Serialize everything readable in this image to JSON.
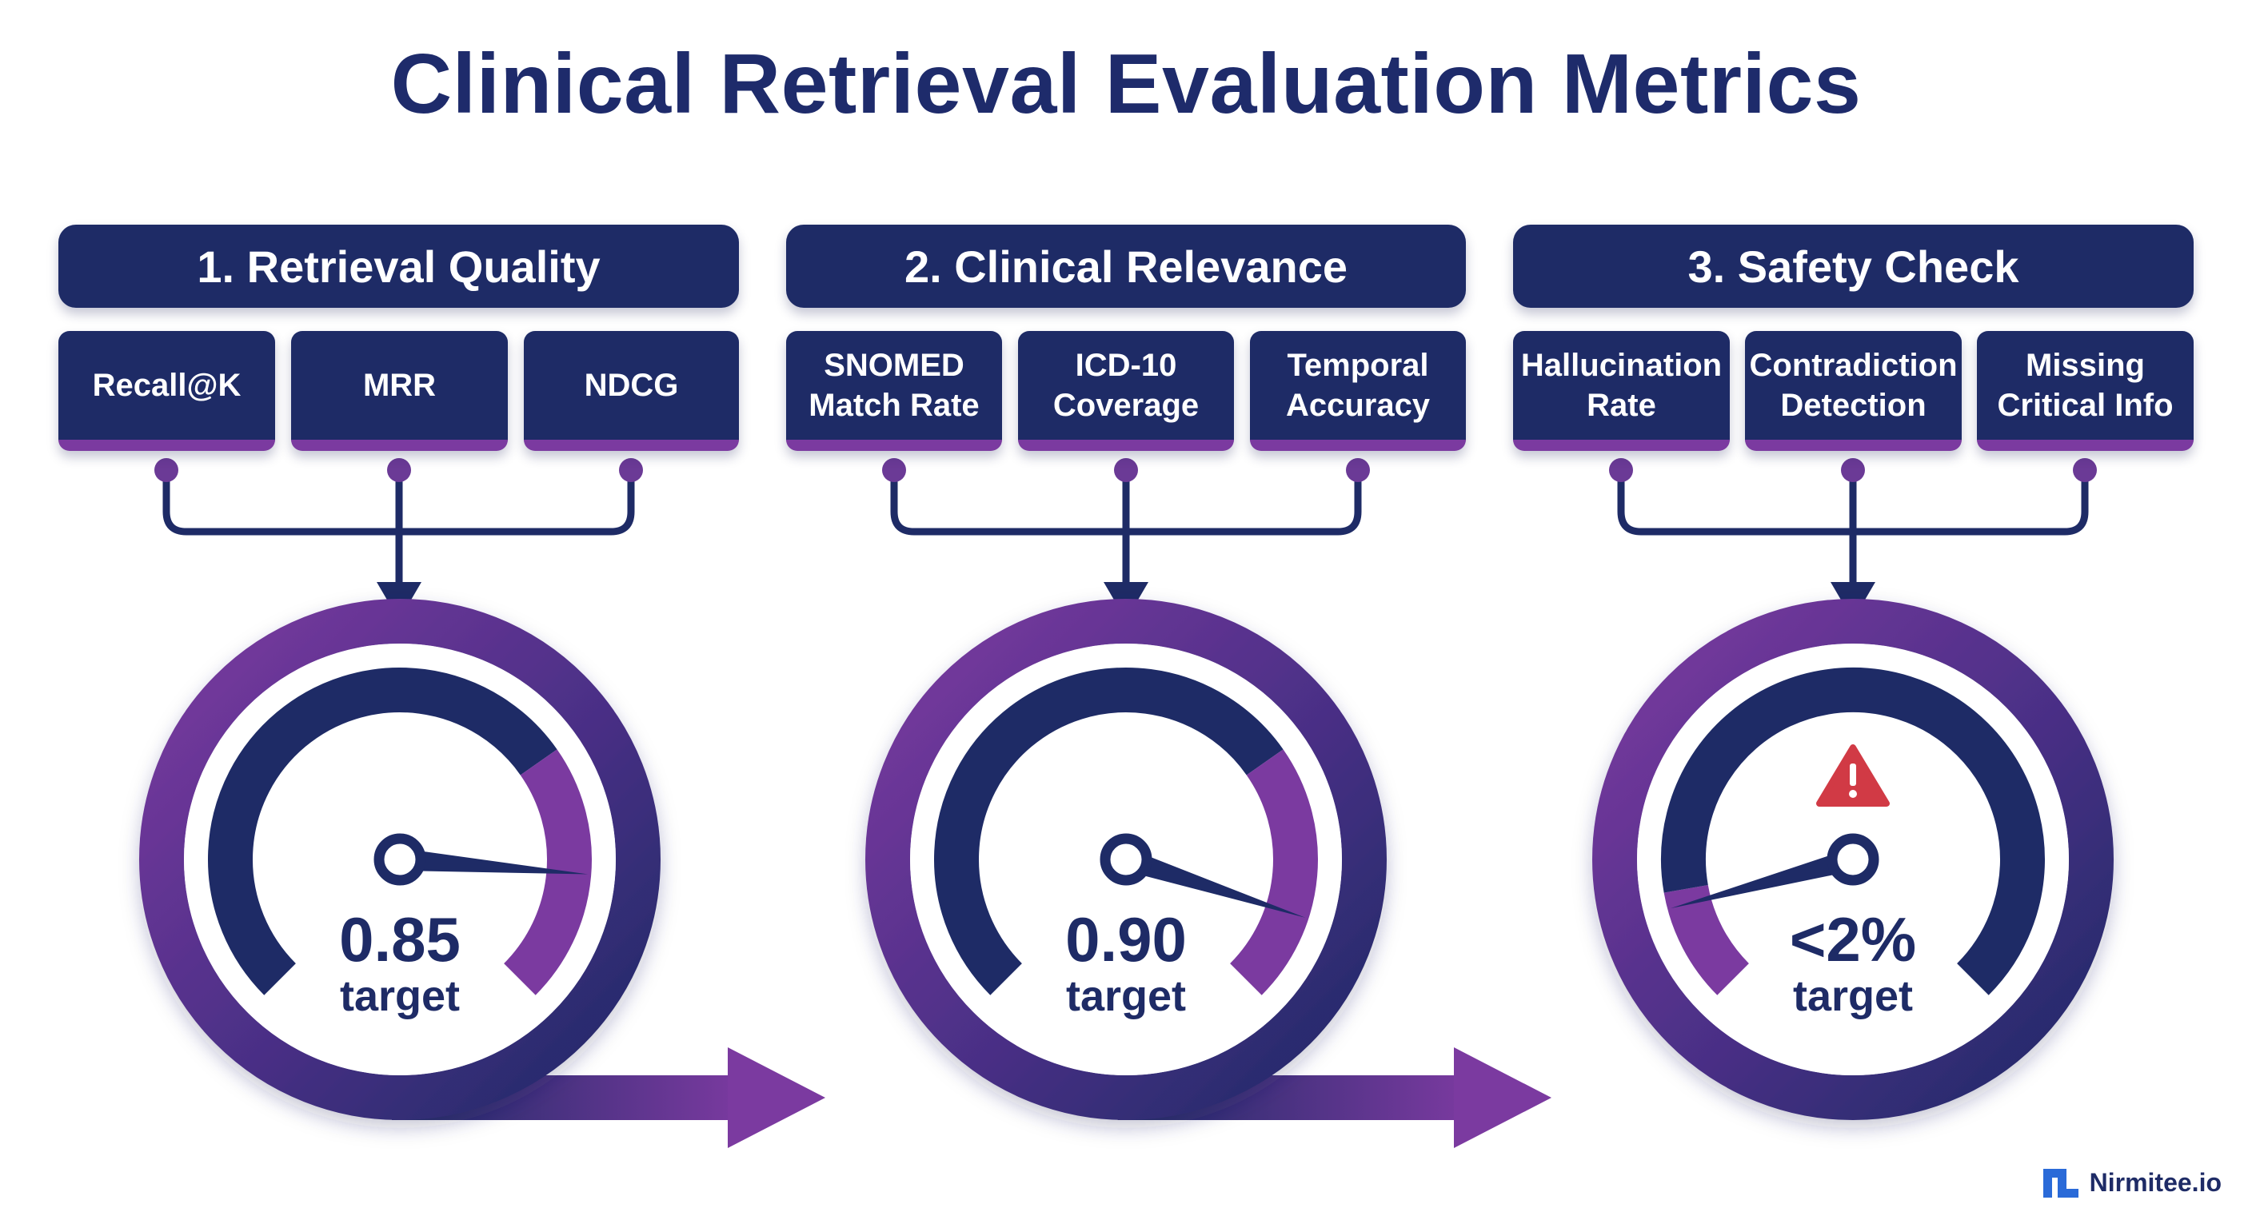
{
  "title": "Clinical Retrieval Evaluation Metrics",
  "colors": {
    "navy": "#1e2b66",
    "purple": "#7b3aa0",
    "alert_red": "#d13a45"
  },
  "stages": [
    {
      "header": "1. Retrieval Quality",
      "metrics": [
        "Recall@K",
        "MRR",
        "NDCG"
      ],
      "gauge": {
        "value": "0.85",
        "target": "target",
        "level": 0.85,
        "alert": false
      }
    },
    {
      "header": "2. Clinical Relevance",
      "metrics": [
        "SNOMED Match Rate",
        "ICD-10 Coverage",
        "Temporal Accuracy"
      ],
      "gauge": {
        "value": "0.90",
        "target": "target",
        "level": 0.9,
        "alert": false
      }
    },
    {
      "header": "3. Safety Check",
      "metrics": [
        "Hallucination Rate",
        "Contradiction Detection",
        "Missing Critical Info"
      ],
      "gauge": {
        "value": "<2%",
        "target": "target",
        "level": 0.02,
        "alert": true,
        "alert_icon": "warning-triangle-icon"
      }
    }
  ],
  "brand": {
    "name": "Nirmitee.io",
    "icon": "nirmitee-logo-icon"
  }
}
